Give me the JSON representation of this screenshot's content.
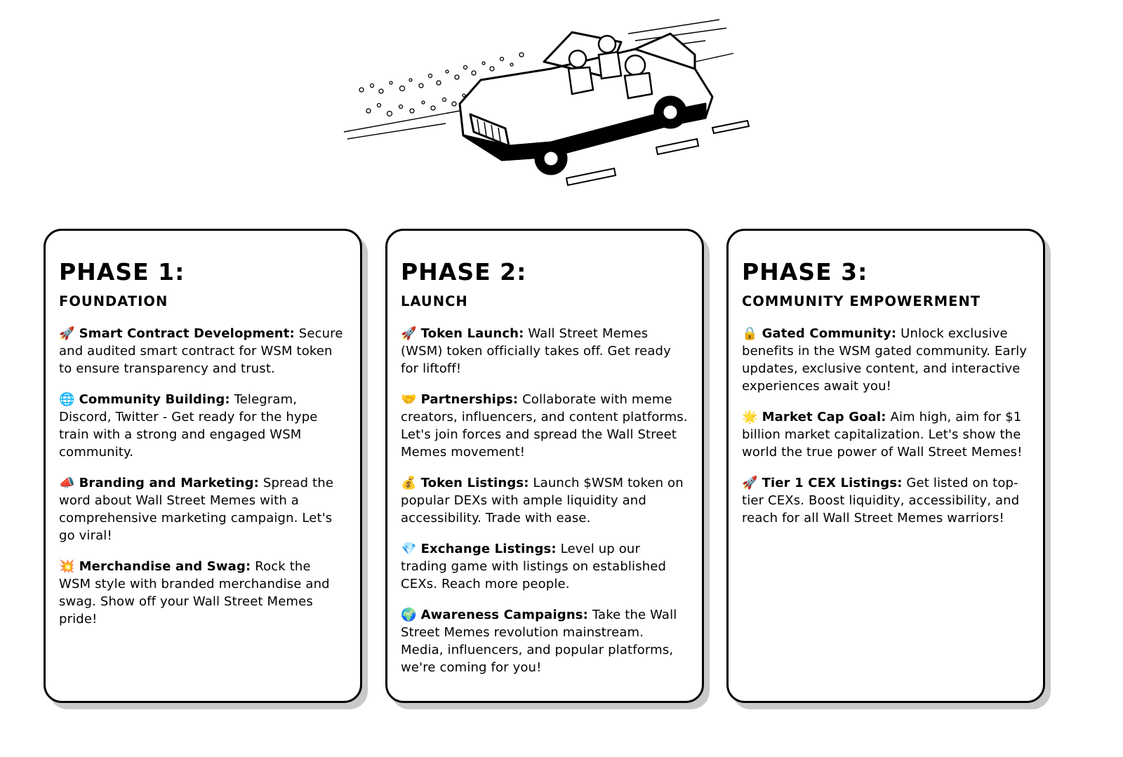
{
  "hero_image": {
    "icon": "car-illustration-icon"
  },
  "phases": [
    {
      "title": "PHASE 1:",
      "subtitle": "FOUNDATION",
      "items": [
        {
          "icon": "rocket-icon",
          "emoji": "🚀",
          "label": "Smart Contract Development:",
          "text": "Secure and audited smart contract for WSM token to ensure transparency and trust."
        },
        {
          "icon": "globe-icon",
          "emoji": "🌐",
          "label": "Community Building:",
          "text": "Telegram, Discord, Twitter - Get ready for the hype train with a strong and engaged WSM community."
        },
        {
          "icon": "megaphone-icon",
          "emoji": "📣",
          "label": "Branding and Marketing:",
          "text": "Spread the word about Wall Street Memes with a comprehensive marketing campaign. Let's go viral!"
        },
        {
          "icon": "collision-icon",
          "emoji": "💥",
          "label": "Merchandise and Swag:",
          "text": "Rock the WSM style with branded merchandise and swag. Show off your Wall Street Memes pride!"
        }
      ]
    },
    {
      "title": "PHASE 2:",
      "subtitle": "LAUNCH",
      "items": [
        {
          "icon": "rocket-icon",
          "emoji": "🚀",
          "label": "Token Launch:",
          "text": "Wall Street Memes (WSM) token officially takes off. Get ready for liftoff!"
        },
        {
          "icon": "handshake-icon",
          "emoji": "🤝",
          "label": "Partnerships:",
          "text": "Collaborate with meme creators, influencers, and content platforms. Let's join forces and spread the Wall Street Memes movement!"
        },
        {
          "icon": "money-bag-icon",
          "emoji": "💰",
          "label": "Token Listings:",
          "text": "Launch $WSM token on popular DEXs with ample liquidity and accessibility. Trade with ease."
        },
        {
          "icon": "gem-icon",
          "emoji": "💎",
          "label": "Exchange Listings:",
          "text": "Level up our trading game with listings on established CEXs. Reach more people."
        },
        {
          "icon": "earth-icon",
          "emoji": "🌍",
          "label": "Awareness Campaigns:",
          "text": "Take the Wall Street Memes revolution mainstream. Media, influencers, and popular platforms, we're coming for you!"
        }
      ]
    },
    {
      "title": "PHASE 3:",
      "subtitle": "COMMUNITY EMPOWERMENT",
      "items": [
        {
          "icon": "lock-icon",
          "emoji": "🔒",
          "label": "Gated Community:",
          "text": "Unlock exclusive benefits in the WSM gated community. Early updates, exclusive content, and interactive experiences await you!"
        },
        {
          "icon": "star-icon",
          "emoji": "🌟",
          "label": "Market Cap Goal:",
          "text": "Aim high, aim for $1 billion market capitalization. Let's show the world the true power of Wall Street Memes!"
        },
        {
          "icon": "rocket-icon",
          "emoji": "🚀",
          "label": "Tier 1 CEX Listings:",
          "text": "Get listed on top-tier CEXs. Boost liquidity, accessibility, and reach for all Wall Street Memes warriors!"
        }
      ]
    }
  ]
}
